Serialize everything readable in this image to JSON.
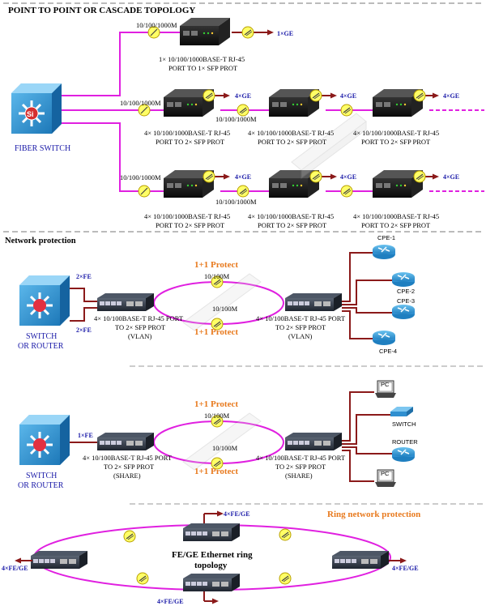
{
  "section1": {
    "title": "POINT TO POINT OR CASCADE TOPOLOGY",
    "fiber_switch_label": "FIBER SWITCH",
    "switch_badge": "Si",
    "speed_label": "10/100/1000M",
    "ge_1": "1×GE",
    "ge_4": "4×GE",
    "device_top_line1": "1× 10/100/1000BASE-T RJ-45",
    "device_top_line2": "PORT  TO 1× SFP PROT",
    "device_line1": "4× 10/100/1000BASE-T RJ-45",
    "device_line2": "PORT  TO 2× SFP PROT"
  },
  "section2": {
    "title": "Network protection",
    "switch_label_line1": "SWITCH",
    "switch_label_line2": "OR ROUTER",
    "fe_2": "2×FE",
    "fe_1": "1×FE",
    "protect": "1+1 Protect",
    "speed": "10/100M",
    "device_line1": "4× 10/100BASE-T RJ-45 PORT",
    "device_line2": "TO 2× SFP PROT",
    "vlan": "(VLAN)",
    "share": "(SHARE)",
    "cpe": [
      "CPE-1",
      "CPE-2",
      "CPE-3",
      "CPE-4"
    ],
    "pc": "PC",
    "switch": "SWITCH",
    "router": "ROUTER"
  },
  "section3": {
    "title": "Ring network protection",
    "ring_line1": "FE/GE Ethernet ring",
    "ring_line2": "topology",
    "fege": "4×FE/GE"
  },
  "colors": {
    "fiber": "#e020e0",
    "copper": "#8b1a1a",
    "arrow": "#8b1a1a",
    "switch_blue": "#2b8fd0",
    "ge_blue": "#1a1aa8",
    "protect_orange": "#e87a1e"
  }
}
